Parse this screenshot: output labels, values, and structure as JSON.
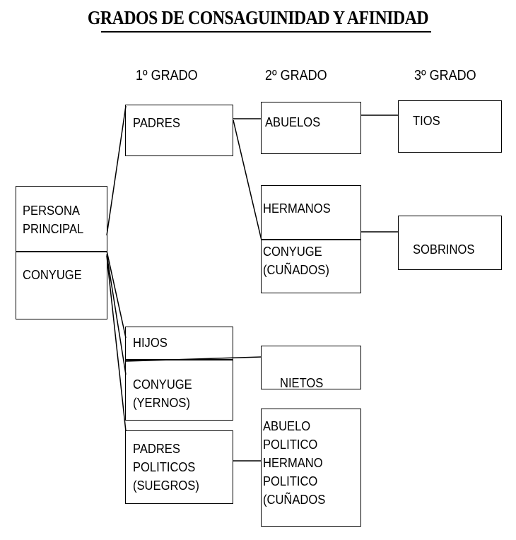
{
  "title": "GRADOS DE CONSAGUINIDAD Y AFINIDAD",
  "columns": [
    "1º GRADO",
    "2º GRADO",
    "3º GRADO"
  ],
  "nodes": {
    "persona_principal": "PERSONA\nPRINCIPAL",
    "conyuge_principal": "CONYUGE",
    "padres": "PADRES",
    "hijos": "HIJOS",
    "conyuge_yernos": "CONYUGE\n(YERNOS)",
    "padres_politicos": "PADRES\nPOLITICOS\n(SUEGROS)",
    "abuelos": "ABUELOS",
    "hermanos": "HERMANOS",
    "conyuge_cunados": "CONYUGE\n(CUÑADOS)",
    "nietos": "NIETOS",
    "abuelo_hermano_politico": "ABUELO\nPOLITICO\nHERMANO\nPOLITICO\n(CUÑADOS",
    "tios": "TIOS",
    "sobrinos": "SOBRINOS"
  }
}
